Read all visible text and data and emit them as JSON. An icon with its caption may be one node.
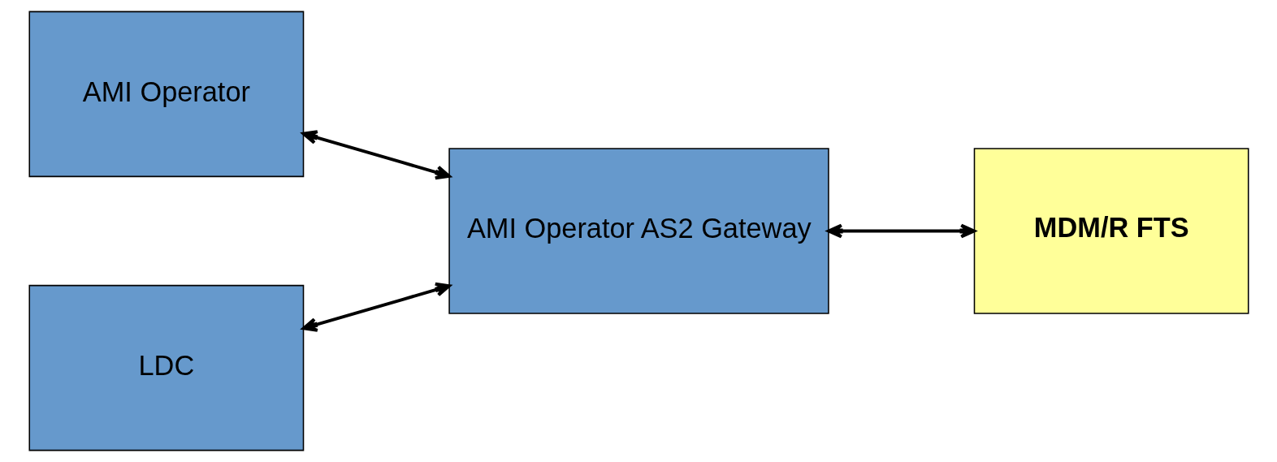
{
  "diagram": {
    "nodes": [
      {
        "text": [
          "AMI Operator"
        ]
      },
      {
        "text": [
          "AMI Operator AS2 Gateway"
        ]
      },
      {
        "text": [
          "MDM/R FTS"
        ]
      },
      {
        "text": [
          "LDC"
        ]
      }
    ],
    "edges": [
      {
        "from": 0,
        "to": 1,
        "arrow": "both"
      },
      {
        "from": 1,
        "to": 2,
        "arrow": "both"
      },
      {
        "from": 1,
        "to": 3,
        "arrow": "both"
      }
    ]
  }
}
